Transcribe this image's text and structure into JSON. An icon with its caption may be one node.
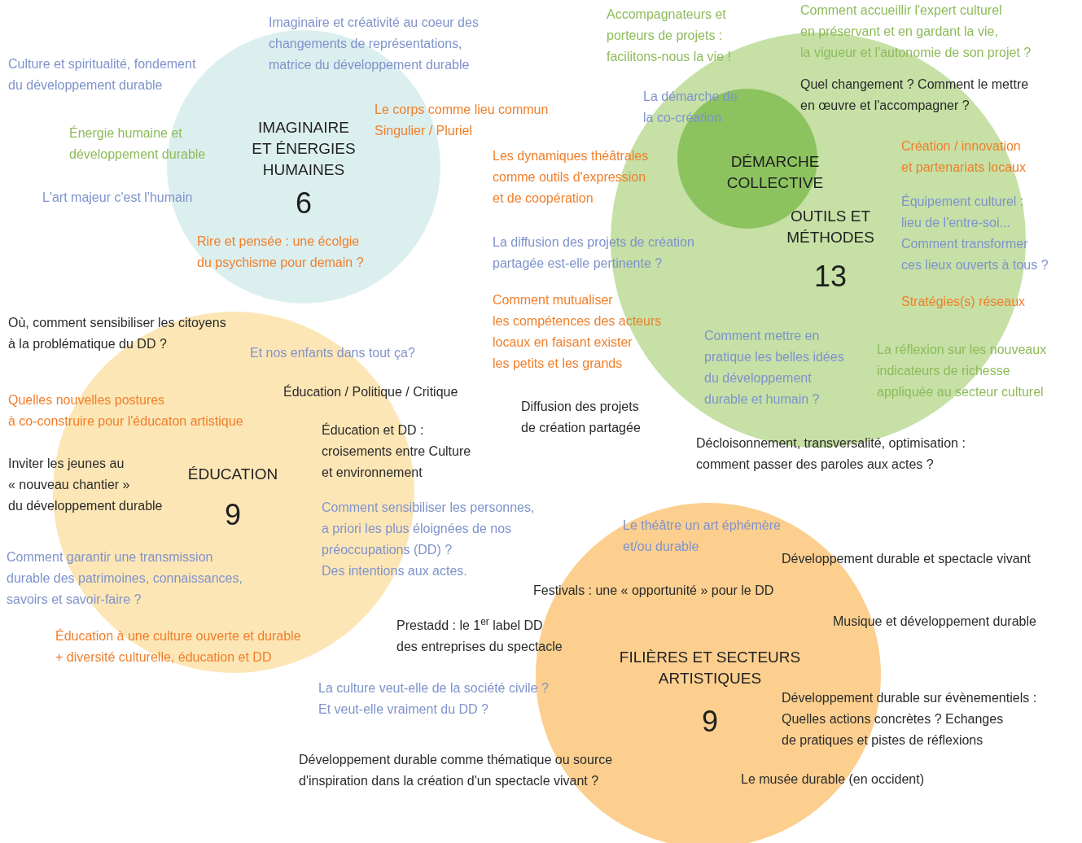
{
  "diagram": {
    "nodes": [
      {
        "text": [
          "IMAGINAIRE ET ÉNERGIES HUMAINES",
          "6"
        ]
      },
      {
        "text": [
          "OUTILS ET MÉTHODES",
          "13"
        ]
      },
      {
        "text": [
          "DÉMARCHE COLLECTIVE"
        ],
        "in": 1
      },
      {
        "text": [
          "ÉDUCATION",
          "9"
        ]
      },
      {
        "text": [
          "FILIÈRES ET SECTEURS ARTISTIQUES",
          "9"
        ]
      }
    ],
    "labels": [
      "Imaginaire et créativité au coeur des changements de représentations, matrice du développement durable",
      "Culture et spiritualité, fondement du développement durable",
      "Énergie humaine et développement durable",
      "L'art majeur c'est l'humain",
      "Le corps comme lieu commun Singulier / Pluriel",
      "Rire et pensée : une écolgie du psychisme pour demain ?",
      "Accompagnateurs et porteurs de projets : facilitons-nous la vie !",
      "Comment accueillir l'expert culturel en préservant et en gardant la vie, la vigueur et l'autonomie de son projet ?",
      "La démarche de la co-création",
      "Quel changement ? Comment le mettre en œuvre et l'accompagner ?",
      "Les dynamiques théâtrales comme outils d'expression et de coopération",
      "Création / innovation et partenariats locaux",
      "Équipement culturel : lieu de l'entre-soi... Comment transformer ces lieux ouverts à tous ?",
      "La diffusion des projets de création partagée est-elle pertinente ?",
      "Stratégies(s) réseaux",
      "Comment mutualiser les compétences des acteurs locaux en faisant exister les petits et les grands",
      "Comment mettre en pratique les belles idées du développement durable et humain ?",
      "La réflexion sur les nouveaux indicateurs de richesse appliquée au secteur culturel",
      "Où, comment sensibiliser les citoyens à la problématique du DD ?",
      "Et nos enfants dans tout ça?",
      "Éducation / Politique / Critique",
      "Quelles nouvelles postures à co-construire pour l'éducaton artistique",
      "Diffusion des projets de création partagée",
      "Éducation et DD : croisements entre Culture et environnement",
      "Décloisonnement, transversalité, optimisation : comment passer des paroles aux actes ?",
      "Inviter les jeunes au « nouveau chantier » du développement durable",
      "Comment sensibiliser les personnes, a priori les plus éloignées de nos préoccupations (DD) ? Des intentions aux actes.",
      "Comment garantir une transmission durable des patrimoines, connaissances, savoirs et savoir-faire ?",
      "Le théâtre un art éphémère et/ou durable",
      "Développement durable et spectacle vivant",
      "Festivals : une « opportunité » pour le DD",
      "Prestadd : le 1$^{er}$ label DD des entreprises du spectacle",
      "Musique et développement durable",
      "Éducation à une culture ouverte et durable + diversité culturelle, éducation et DD",
      "La culture veut-elle de la société civile ? Et veut-elle vraiment du DD ?",
      "Développement durable sur évènementiels : Quelles actions concrètes ? Echanges de pratiques et pistes de réflexions",
      "Développement durable comme thématique ou source d'inspiration dans la création d'un spectacle vivant ?",
      "Le musée durable (en occident)"
    ]
  }
}
